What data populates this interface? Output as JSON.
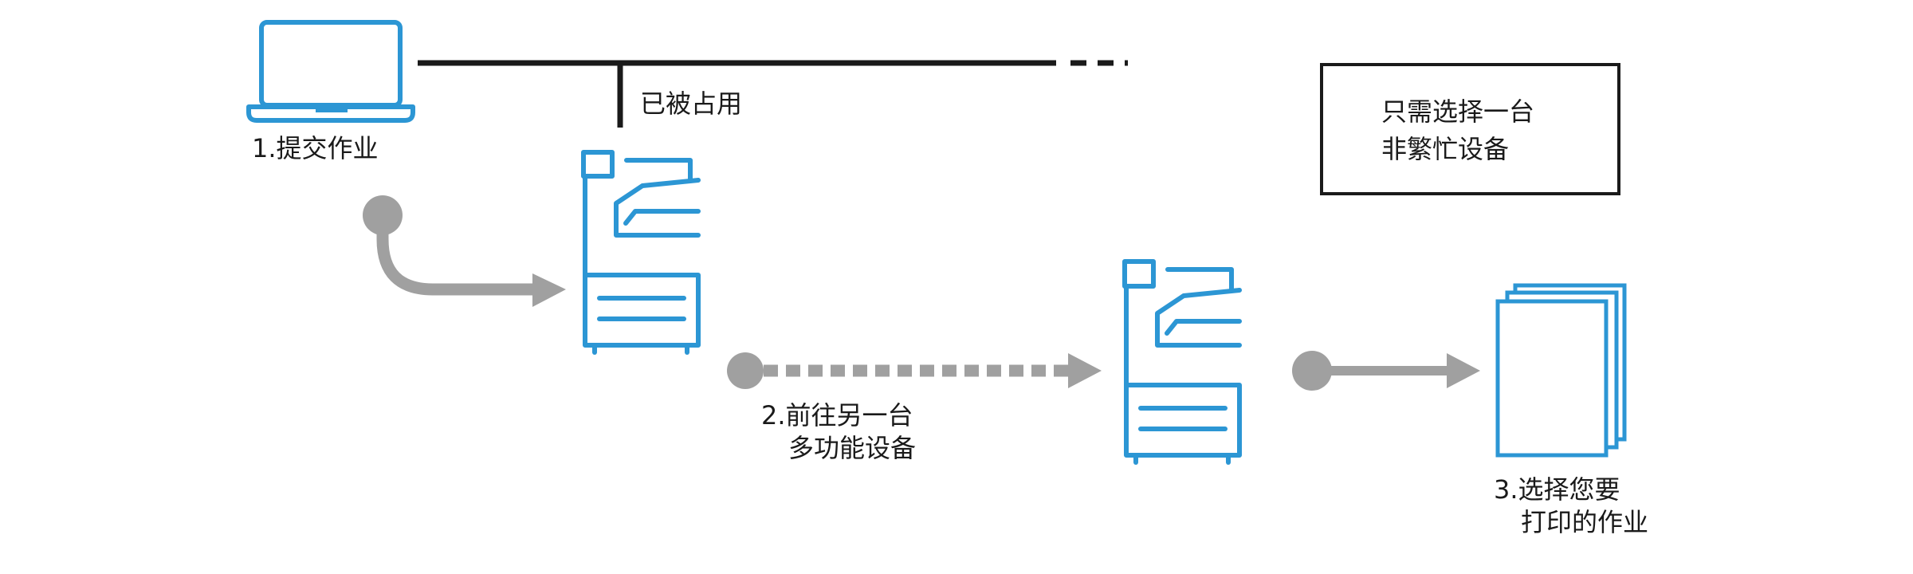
{
  "labels": {
    "submit": "1.提交作业",
    "occupied": "已被占用",
    "goto_line1": "2.前往另一台",
    "goto_line2": "多功能设备",
    "select_line1": "3.选择您要",
    "select_line2": "打印的作业",
    "note_line1": "只需选择一台",
    "note_line2": "非繁忙设备"
  },
  "icons": {
    "laptop": "laptop-icon",
    "printer_busy": "mfp-printer-icon",
    "printer_free": "mfp-printer-icon",
    "documents": "document-stack-icon"
  },
  "colors": {
    "icon_blue": "#2c96d4",
    "arrow_gray": "#a0a0a0",
    "line_black": "#1a1a1a"
  }
}
